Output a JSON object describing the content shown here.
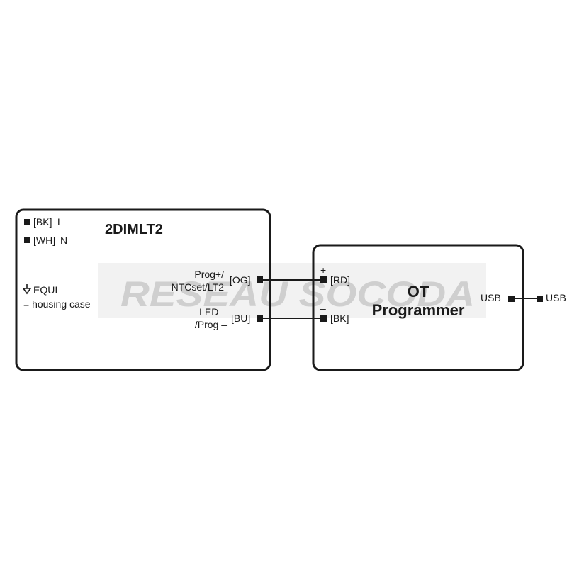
{
  "watermark": {
    "text": "RESEAU SOCODA",
    "color": "#d0d0d0"
  },
  "device_left": {
    "title": "2DIMLT2",
    "legend": [
      {
        "code": "[BK]",
        "meaning": "L"
      },
      {
        "code": "[WH]",
        "meaning": "N"
      }
    ],
    "equi_label": "EQUI",
    "equi_note": "= housing case",
    "terminals": [
      {
        "name_lines": [
          "Prog+/",
          "NTCset/LT2"
        ],
        "code": "[OG]"
      },
      {
        "name_lines": [
          "LED –",
          "/Prog –"
        ],
        "code": "[BU]"
      }
    ]
  },
  "device_right": {
    "title_line1": "OT",
    "title_line2": "Programmer",
    "terminals": [
      {
        "polarity": "+",
        "code": "[RD]"
      },
      {
        "polarity": "–",
        "code": "[BK]"
      }
    ],
    "usb_inside": "USB",
    "usb_outside": "USB"
  }
}
